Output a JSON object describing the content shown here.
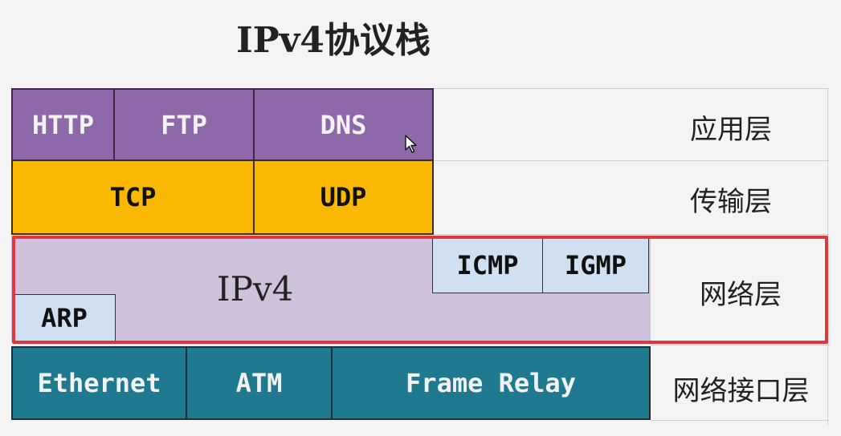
{
  "title": "IPv4协议栈",
  "application_layer": {
    "protocols": [
      "HTTP",
      "FTP",
      "DNS"
    ],
    "label": "应用层"
  },
  "transport_layer": {
    "protocols": [
      "TCP",
      "UDP"
    ],
    "label": "传输层"
  },
  "network_layer": {
    "main": "IPv4",
    "arp": "ARP",
    "icmp": "ICMP",
    "igmp": "IGMP",
    "label": "网络层"
  },
  "link_layer": {
    "protocols": [
      "Ethernet",
      "ATM",
      "Frame Relay"
    ],
    "label": "网络接口层"
  },
  "colors": {
    "application": "#8e68a8",
    "transport": "#fbb800",
    "network": "#cfc1db",
    "network_small": "#cfe0f2",
    "link": "#1f7a90",
    "highlight": "#e5353b"
  }
}
